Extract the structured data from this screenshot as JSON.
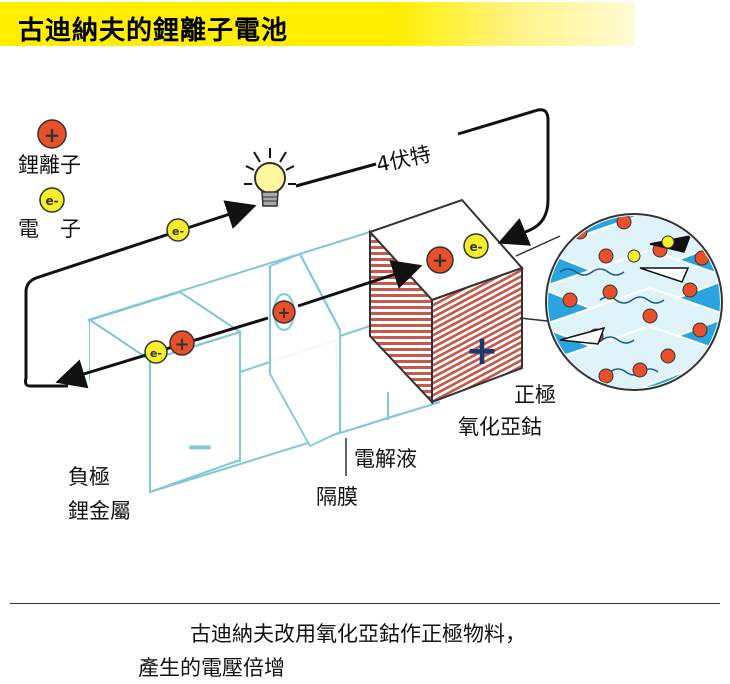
{
  "title": "古迪納夫的鋰離子電池",
  "legend": {
    "ion_label": "鋰離子",
    "electron_label": "電　子",
    "ion_symbol": "+",
    "electron_symbol": "e-"
  },
  "circuit": {
    "voltage_label": "4伏特"
  },
  "labels": {
    "cathode_line1": "正極",
    "cathode_line2": "氧化亞鈷",
    "electrolyte": "電解液",
    "separator": "隔膜",
    "anode_line1": "負極",
    "anode_line2": "鋰金屬",
    "anode_sign": "−",
    "cathode_sign": "+"
  },
  "caption": {
    "line1": "古迪納夫改用氧化亞鈷作正極物料，",
    "line2": "產生的電壓倍增"
  },
  "colors": {
    "title_bar": "#ffee00",
    "ion": "#e8502a",
    "electron": "#f7ee2a",
    "cathode_stripe": "#c8584a",
    "electrolyte_line": "#7fc9d6",
    "zoom_fill": "#2aa4de"
  }
}
